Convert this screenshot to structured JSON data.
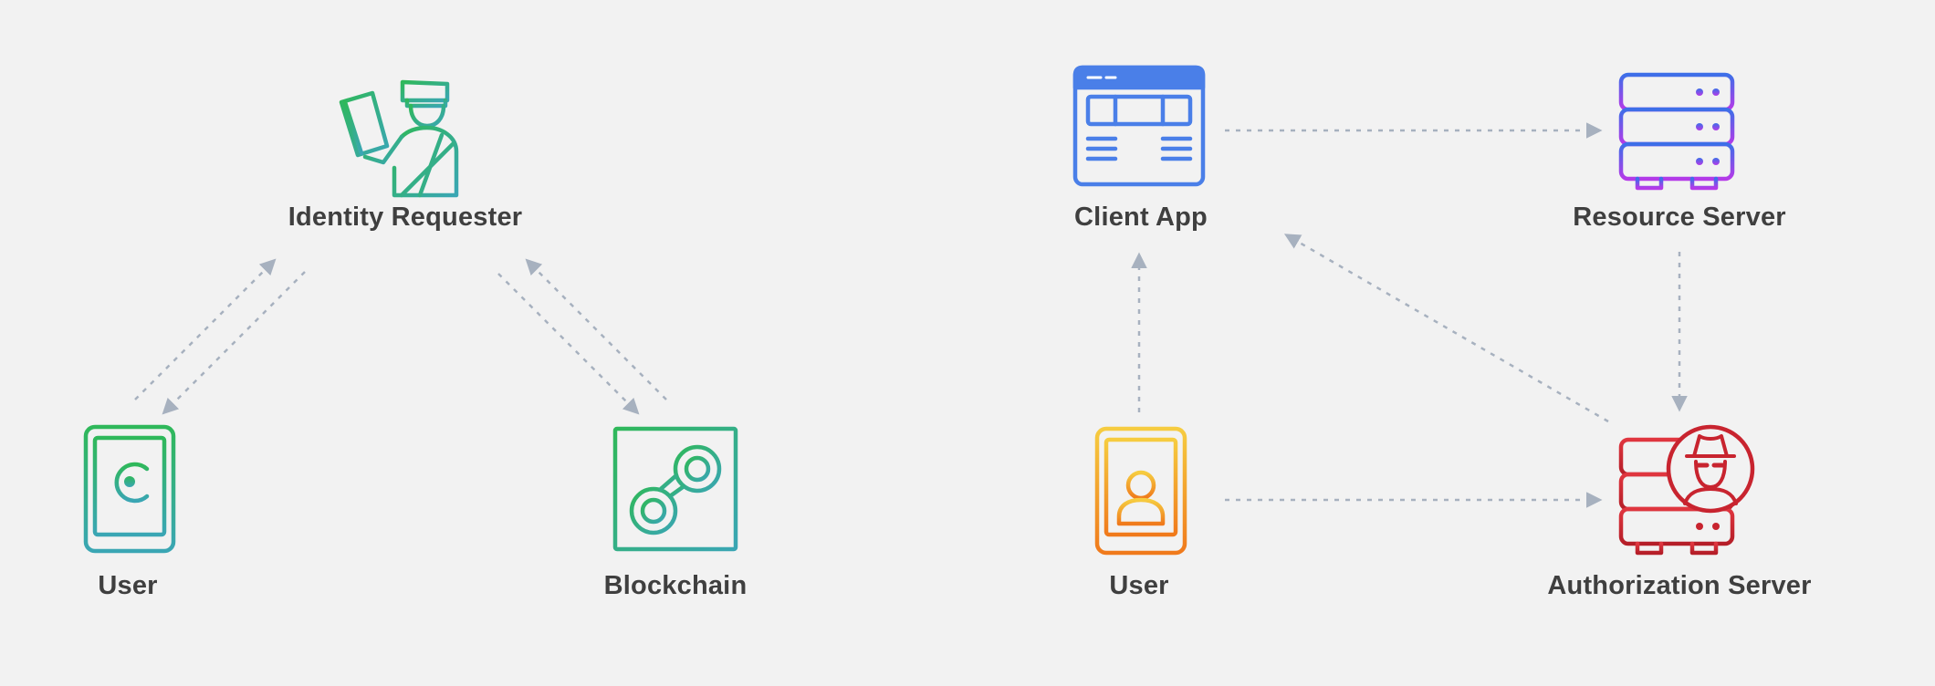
{
  "left_diagram": {
    "identity_requester_label": "Identity Requester",
    "user_label": "User",
    "blockchain_label": "Blockchain"
  },
  "right_diagram": {
    "client_app_label": "Client App",
    "resource_server_label": "Resource Server",
    "user_label": "User",
    "authorization_server_label": "Authorization Server"
  },
  "colors": {
    "background": "#f2f2f2",
    "label_text": "#3f3f3f",
    "arrow": "#a7b1bf",
    "green_gradient": [
      "#2fb85a",
      "#3aa6b4"
    ],
    "client_app_blue": "#4a7fe8",
    "resource_server_gradient": [
      "#3d6fe8",
      "#b53ae8"
    ],
    "user_orange_gradient": [
      "#f6cc40",
      "#f07a1c"
    ],
    "authorization_red": "#c8242f"
  },
  "icons": {
    "identity_requester": "officer-reading-id-icon",
    "user_left": "tablet-fingerprint-icon",
    "blockchain": "chain-link-icon",
    "client_app": "browser-window-icon",
    "resource_server": "server-stack-icon",
    "user_right": "tablet-person-icon",
    "authorization_server": "server-spy-icon"
  }
}
